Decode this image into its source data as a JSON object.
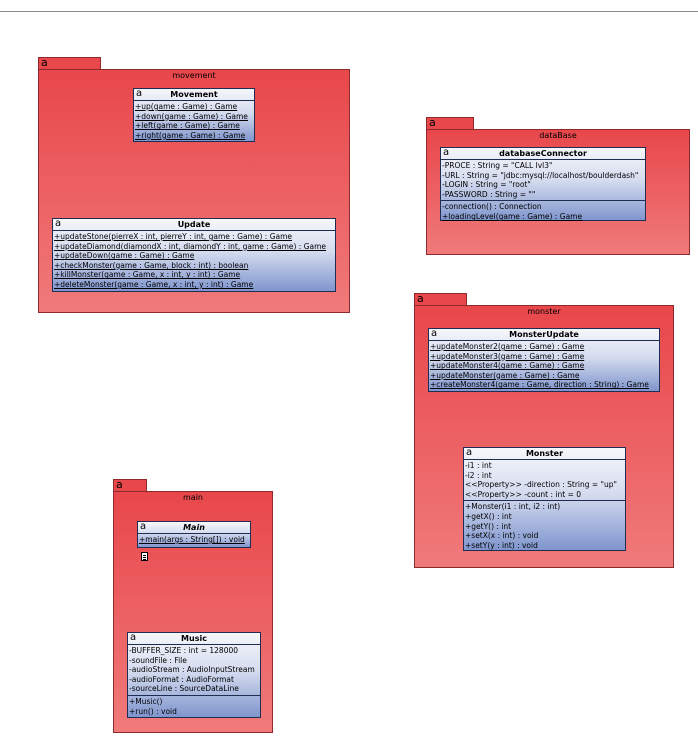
{
  "glyph": "a",
  "packages": {
    "movement": {
      "name": "movement",
      "classes": {
        "movement": {
          "title": "Movement",
          "ops": [
            "+up(game : Game) : Game",
            "+down(game : Game) : Game",
            "+left(game : Game) : Game",
            "+right(game : Game) : Game"
          ]
        },
        "update": {
          "title": "Update",
          "ops": [
            "+updateStone(pierreX : int, pierreY : int, game : Game) : Game",
            "+updateDiamond(diamondX : int, diamondY : int, game : Game) : Game",
            "+updateDown(game : Game) : Game",
            "+checkMonster(game : Game, block : int) : boolean",
            "+killMonster(game : Game, x : int, y : int) : Game",
            "+deleteMonster(game : Game, x : int, y : int) : Game"
          ]
        }
      }
    },
    "database": {
      "name": "dataBase",
      "classes": {
        "connector": {
          "title": "databaseConnector",
          "attrs": [
            "-PROCE : String = \"CALL lvl3\"",
            "-URL : String = \"jdbc:mysql://localhost/boulderdash\"",
            "-LOGIN : String = \"root\"",
            "-PASSWORD : String = \"\""
          ],
          "ops": [
            "-connection() : Connection",
            "+loadingLevel(game : Game) : Game"
          ]
        }
      }
    },
    "monster": {
      "name": "monster",
      "classes": {
        "monsterUpdate": {
          "title": "MonsterUpdate",
          "ops": [
            "+updateMonster2(game : Game) : Game",
            "+updateMonster3(game : Game) : Game",
            "+updateMonster4(game : Game) : Game",
            "+updateMonster(game : Game) : Game",
            "+createMonster4(game : Game, direction : String) : Game"
          ]
        },
        "monster": {
          "title": "Monster",
          "attrs": [
            "-i1 : int",
            "-i2 : int",
            "<<Property>> -direction : String = \"up\"",
            "<<Property>> -count : int = 0"
          ],
          "ops": [
            "+Monster(i1 : int, i2 : int)",
            "+getX() : int",
            "+getY() : int",
            "+setX(x : int) : void",
            "+setY(y : int) : void"
          ]
        }
      }
    },
    "main": {
      "name": "main",
      "classes": {
        "main": {
          "title": "Main",
          "ops": [
            "+main(args : String[]) : void"
          ]
        },
        "music": {
          "title": "Music",
          "attrs": [
            "-BUFFER_SIZE : int = 128000",
            "-soundFile : File",
            "-audioStream : AudioInputStream",
            "-audioFormat : AudioFormat",
            "-sourceLine : SourceDataLine"
          ],
          "ops": [
            "+Music()",
            "+run() : void"
          ]
        }
      }
    }
  }
}
